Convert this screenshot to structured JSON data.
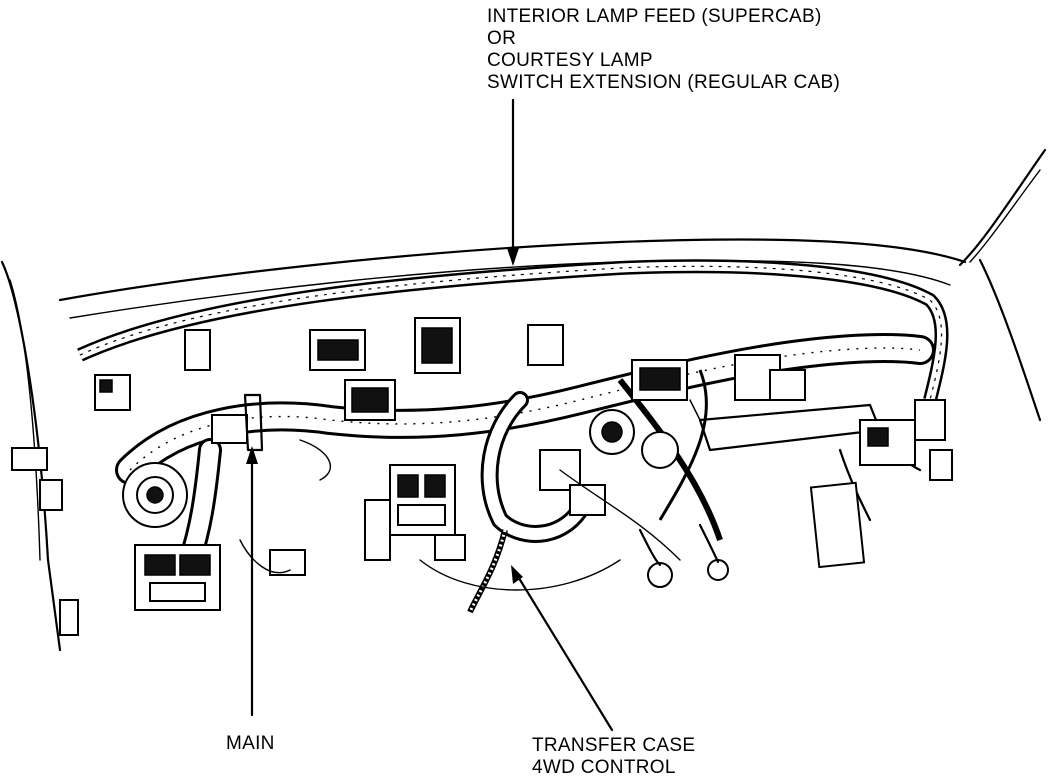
{
  "callouts": {
    "interior_lamp": {
      "lines": [
        "INTERIOR LAMP FEED (SUPERCAB)",
        "OR",
        "COURTESY LAMP",
        "SWITCH EXTENSION (REGULAR CAB)"
      ]
    },
    "main": {
      "lines": [
        "MAIN"
      ]
    },
    "transfer_case": {
      "lines": [
        "TRANSFER CASE",
        "4WD CONTROL"
      ]
    }
  },
  "colors": {
    "ink": "#000000",
    "paper": "#ffffff"
  }
}
